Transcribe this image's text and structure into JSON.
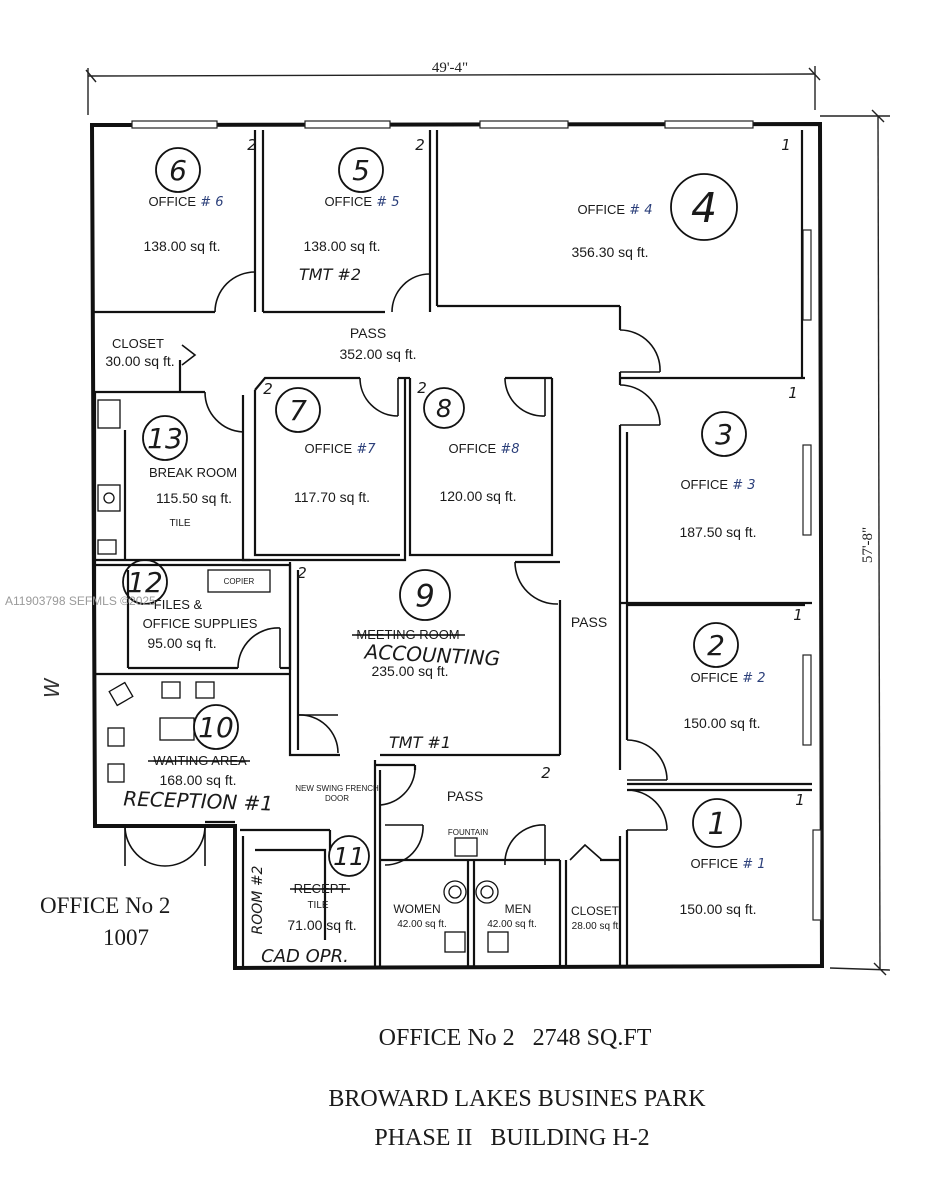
{
  "dimensions": {
    "width_label": "49'-4\"",
    "height_label": "57'-8\""
  },
  "watermark": "A11903798 SEFMLS ©2025",
  "rooms": [
    {
      "key": "office6",
      "label": "OFFICE",
      "suffix": "# 6",
      "area": "138.00 sq ft.",
      "circle": "6",
      "marker": "2"
    },
    {
      "key": "office5",
      "label": "OFFICE",
      "suffix": "# 5",
      "area": "138.00 sq ft.",
      "circle": "5",
      "marker": "2",
      "note": "TMT #2"
    },
    {
      "key": "office4",
      "label": "OFFICE",
      "suffix": "# 4",
      "area": "356.30 sq ft.",
      "circle": "4",
      "marker": "1"
    },
    {
      "key": "closet_top",
      "label": "CLOSET",
      "area": "30.00 sq ft."
    },
    {
      "key": "pass_top",
      "label": "PASS",
      "area": "352.00 sq ft."
    },
    {
      "key": "office7",
      "label": "OFFICE",
      "suffix": "#7",
      "area": "117.70 sq ft.",
      "circle": "7",
      "marker": "2"
    },
    {
      "key": "office8",
      "label": "OFFICE",
      "suffix": "#8",
      "area": "120.00 sq ft.",
      "circle": "8",
      "marker": "2"
    },
    {
      "key": "break",
      "label": "BREAK ROOM",
      "area": "115.50 sq ft.",
      "circle": "13",
      "floor": "TILE"
    },
    {
      "key": "office3",
      "label": "OFFICE",
      "suffix": "# 3",
      "area": "187.50 sq ft.",
      "circle": "3",
      "marker": "1"
    },
    {
      "key": "files",
      "label": "FILES &",
      "label2": "OFFICE SUPPLIES",
      "area": "95.00 sq ft.",
      "circle": "12",
      "copier": "COPIER"
    },
    {
      "key": "meeting",
      "label": "MEETING ROOM",
      "relabel": "ACCOUNTING",
      "area": "235.00 sq ft.",
      "circle": "9",
      "marker": "2",
      "note": "TMT #1"
    },
    {
      "key": "pass_right",
      "label": "PASS"
    },
    {
      "key": "office2",
      "label": "OFFICE",
      "suffix": "# 2",
      "area": "150.00 sq ft.",
      "circle": "2",
      "marker": "1"
    },
    {
      "key": "waiting",
      "label": "WAITING AREA",
      "area": "168.00 sq ft.",
      "circle": "10",
      "relabel": "RECEPTION #1"
    },
    {
      "key": "door_note",
      "label": "NEW SWING FRENCH",
      "label2": "DOOR"
    },
    {
      "key": "pass_bottom",
      "label": "PASS",
      "marker": "2",
      "fountain": "FOUNTAIN"
    },
    {
      "key": "office1",
      "label": "OFFICE",
      "suffix": "# 1",
      "area": "150.00 sq ft.",
      "circle": "1",
      "marker": "1"
    },
    {
      "key": "recept",
      "label": "RECEPT",
      "area": "71.00 sq ft.",
      "floor": "TILE",
      "circle": "11",
      "relabel": "ROOM #2",
      "relabel2": "CAD OPR."
    },
    {
      "key": "women",
      "label": "WOMEN",
      "area": "42.00 sq ft."
    },
    {
      "key": "men",
      "label": "MEN",
      "area": "42.00 sq ft."
    },
    {
      "key": "closet_bottom",
      "label": "CLOSET",
      "area": "28.00 sq ft"
    }
  ],
  "side_label": {
    "line1": "OFFICE No 2",
    "line2": "1007"
  },
  "margin_mark": "W",
  "footer": {
    "line1": "OFFICE No 2   2748 SQ.FT",
    "line2": "BROWARD LAKES BUSINES PARK",
    "line3": "PHASE II   BUILDING H-2"
  }
}
